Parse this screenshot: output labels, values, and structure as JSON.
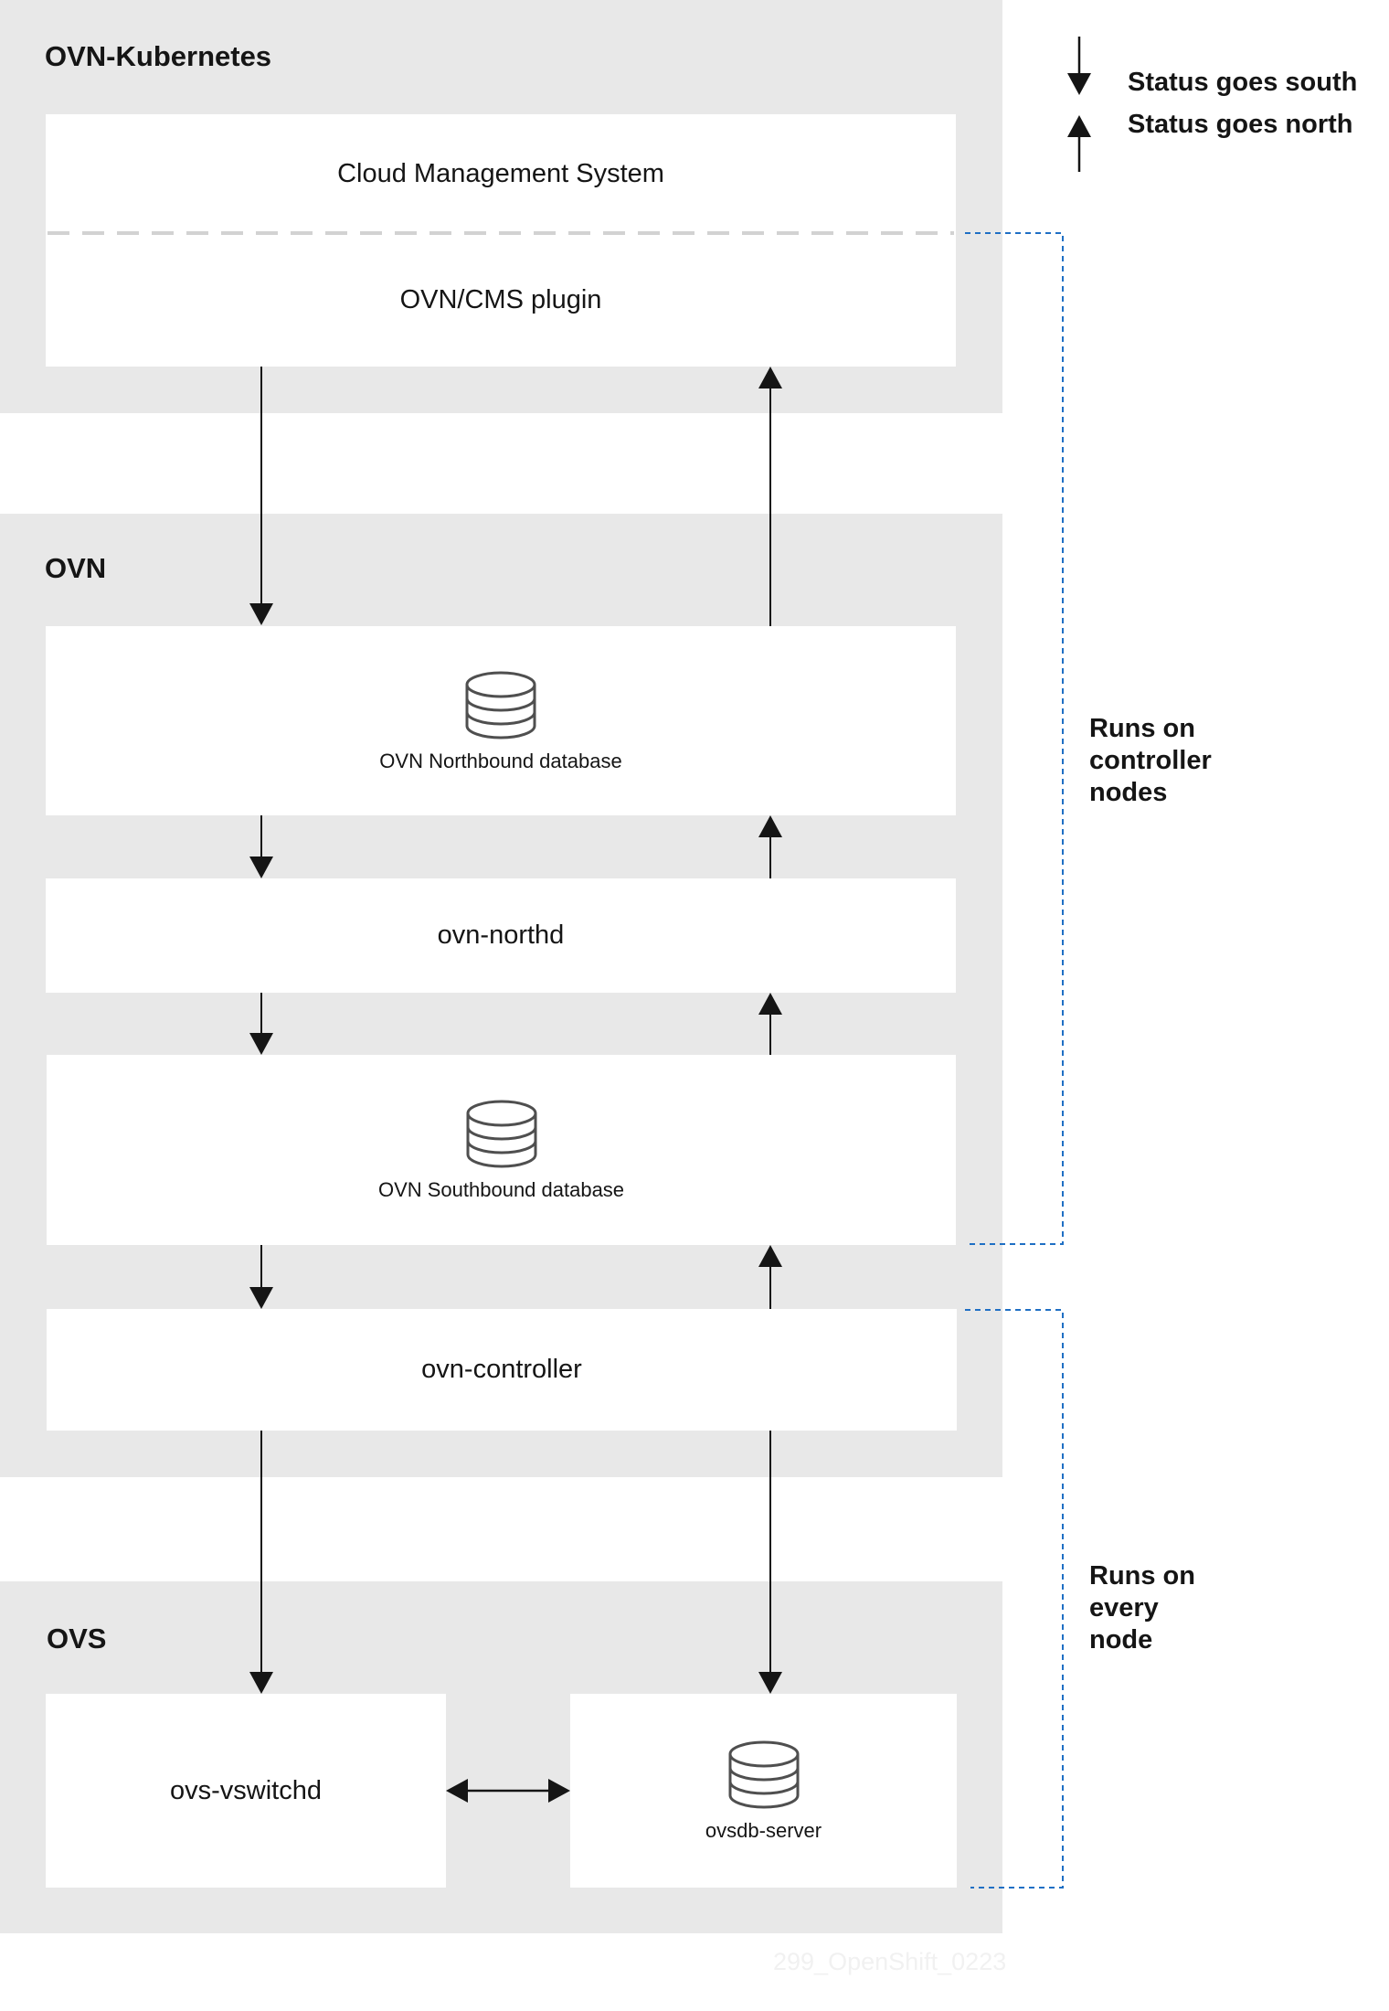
{
  "legend": {
    "south": "Status goes south",
    "north": "Status goes north"
  },
  "groups": {
    "kubernetes": "OVN-Kubernetes",
    "ovn": "OVN",
    "ovs": "OVS"
  },
  "boxes": {
    "cms": "Cloud Management System",
    "cms_plugin": "OVN/CMS plugin",
    "northbound_db": "OVN Northbound database",
    "northd": "ovn-northd",
    "southbound_db": "OVN Southbound database",
    "controller": "ovn-controller",
    "vswitchd": "ovs-vswitchd",
    "ovsdb_server": "ovsdb-server"
  },
  "notes": {
    "controller_nodes": "Runs on\ncontroller\nnodes",
    "every_node": "Runs on\nevery\nnode"
  },
  "watermark": "299_OpenShift_0223",
  "icons": {
    "database": "database-icon",
    "arrow_down": "arrow-down-icon",
    "arrow_up": "arrow-up-icon",
    "arrow_bidirectional": "arrow-bidirectional-icon"
  },
  "colors": {
    "group_bg": "#e8e8e8",
    "box_bg": "#ffffff",
    "bracket": "#1f6fc4",
    "separator": "#d2d2d2",
    "arrow": "#151515",
    "icon": "#4f4f4f"
  }
}
